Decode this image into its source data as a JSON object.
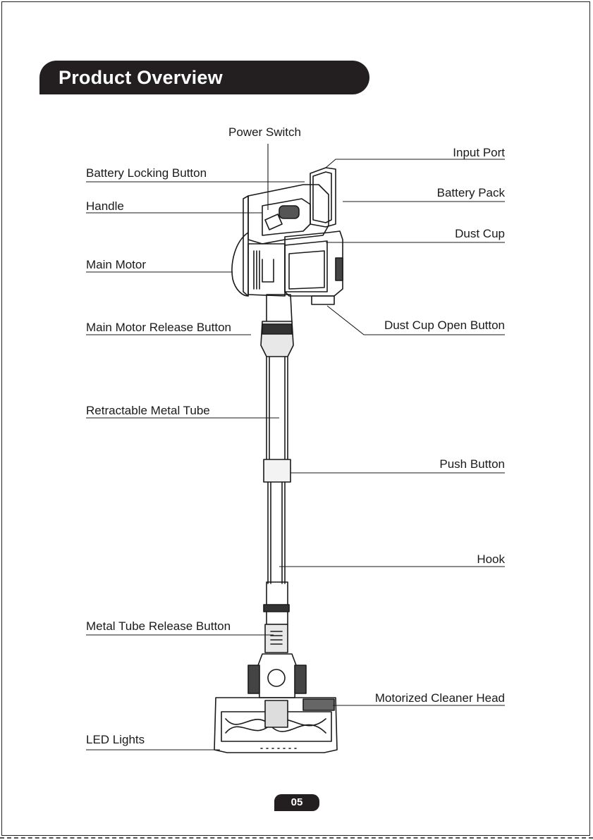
{
  "page": {
    "title": "Product Overview",
    "page_number": "05"
  },
  "labels": {
    "power_switch": "Power Switch",
    "input_port": "Input Port",
    "battery_locking_button": "Battery Locking Button",
    "battery_pack": "Battery Pack",
    "handle": "Handle",
    "dust_cup": "Dust Cup",
    "main_motor": "Main Motor",
    "dust_cup_open_button": "Dust Cup Open Button",
    "main_motor_release_button": "Main Motor Release Button",
    "retractable_metal_tube": "Retractable Metal Tube",
    "push_button": "Push Button",
    "hook": "Hook",
    "metal_tube_release_button": "Metal Tube Release Button",
    "motorized_cleaner_head": "Motorized Cleaner Head",
    "led_lights": "LED Lights"
  },
  "colors": {
    "banner": "#231f20",
    "line": "#1a1a1a"
  }
}
